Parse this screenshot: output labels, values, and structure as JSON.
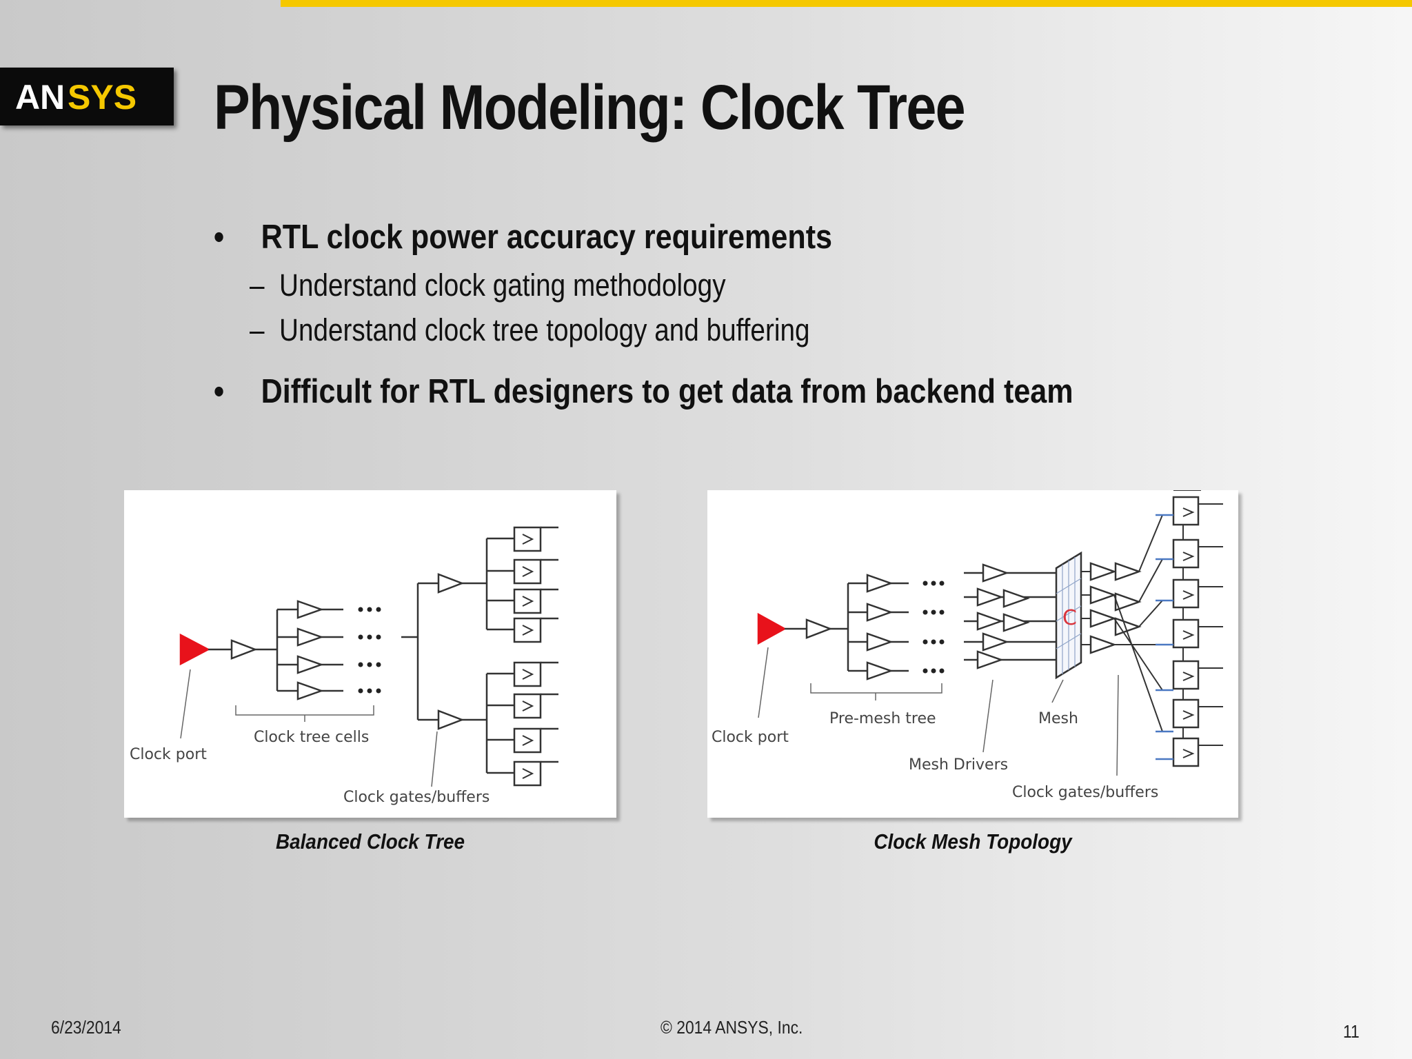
{
  "slide": {
    "title": "Physical Modeling: Clock Tree",
    "logo_text": "ANSYS",
    "accent_color": "#f5c800",
    "bullets": [
      {
        "mark": "•",
        "text": "RTL clock power accuracy requirements"
      },
      {
        "mark": "–",
        "text": "Understand clock gating methodology"
      },
      {
        "mark": "–",
        "text": "Understand clock tree topology and buffering"
      },
      {
        "mark": "•",
        "text": "Difficult for RTL designers to get data from backend team"
      }
    ]
  },
  "figures": {
    "balanced": {
      "caption": "Balanced Clock Tree",
      "labels": {
        "clock_port": "Clock port",
        "tree_cells": "Clock tree cells",
        "gates": "Clock gates/buffers"
      }
    },
    "mesh": {
      "caption": "Clock Mesh Topology",
      "labels": {
        "clock_port": "Clock port",
        "pre_mesh": "Pre-mesh tree",
        "mesh": "Mesh",
        "drivers": "Mesh Drivers",
        "gates": "Clock gates/buffers",
        "mesh_letter": "C"
      }
    }
  },
  "footer": {
    "date": "6/23/2014",
    "copyright": "© 2014 ANSYS, Inc.",
    "page": "11"
  }
}
